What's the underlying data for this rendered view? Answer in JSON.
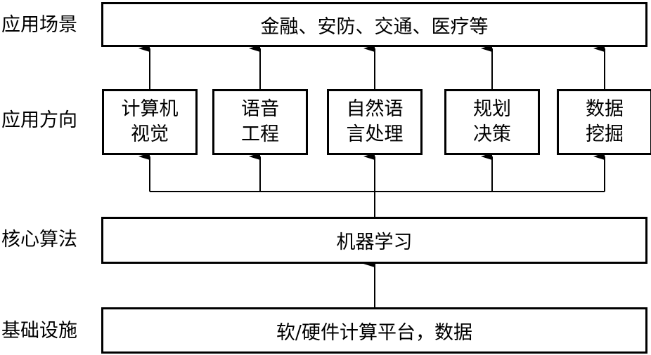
{
  "layers": {
    "scenario_label": "应用场景",
    "direction_label": "应用方向",
    "algorithm_label": "核心算法",
    "infrastructure_label": "基础设施"
  },
  "scenario_box": "金融、安防、交通、医疗等",
  "directions": [
    {
      "line1": "计算机",
      "line2": "视觉"
    },
    {
      "line1": "语音",
      "line2": "工程"
    },
    {
      "line1": "自然语",
      "line2": "言处理"
    },
    {
      "line1": "规划",
      "line2": "决策"
    },
    {
      "line1": "数据",
      "line2": "挖掘"
    }
  ],
  "algorithm_box": "机器学习",
  "infrastructure_box": "软/硬件计算平台，数据"
}
